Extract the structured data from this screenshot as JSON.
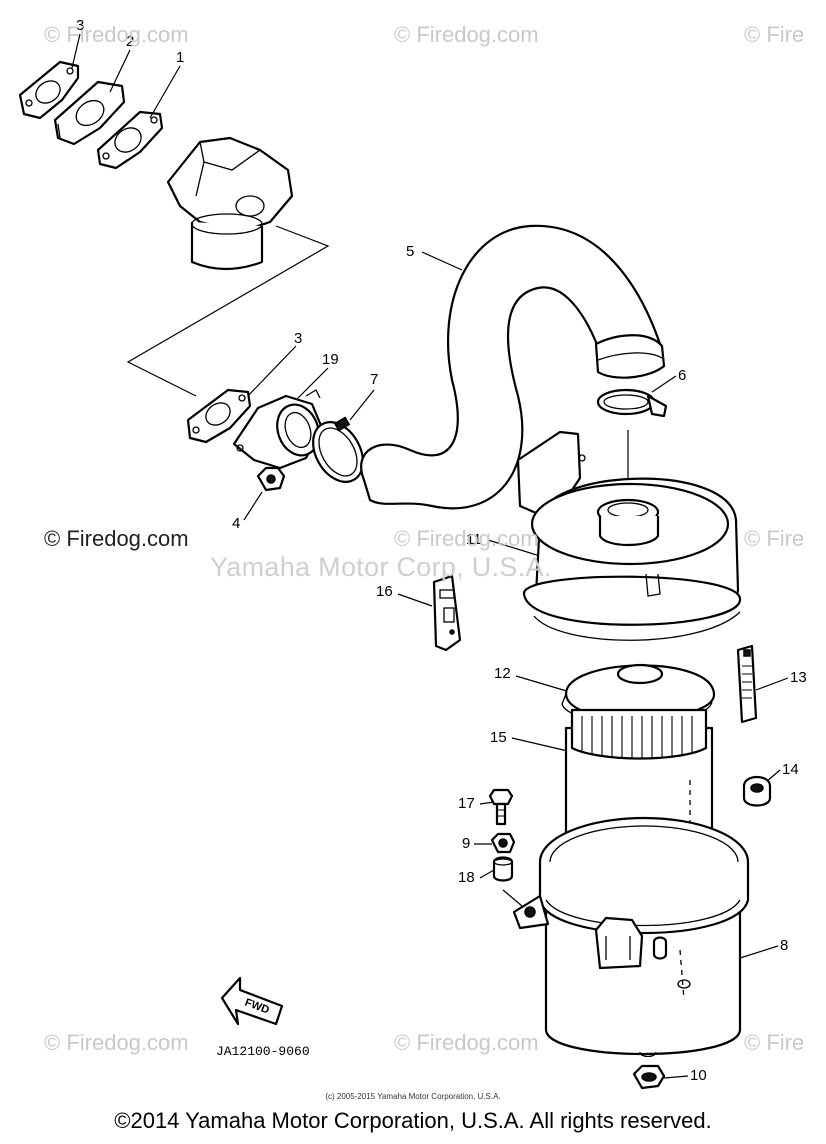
{
  "watermarks": {
    "site_text": "© Firedog.com",
    "site_text_partial": "© Fire",
    "corp_text": "Yamaha Motor Corp, U.S.A."
  },
  "callouts": {
    "c1": "1",
    "c2": "2",
    "c3a": "3",
    "c3b": "3",
    "c4": "4",
    "c5": "5",
    "c6": "6",
    "c7": "7",
    "c8": "8",
    "c9": "9",
    "c10": "10",
    "c11": "11",
    "c12": "12",
    "c13": "13",
    "c14": "14",
    "c15": "15",
    "c16": "16",
    "c17": "17",
    "c18": "18",
    "c19": "19"
  },
  "fwd_label": "FWD",
  "ref_code": "JA12100-9060",
  "tiny_copyright": "(c) 2005-2015 Yamaha Motor Corporation, U.S.A.",
  "copyright": "©2014 Yamaha Motor Corporation, U.S.A. All rights reserved."
}
